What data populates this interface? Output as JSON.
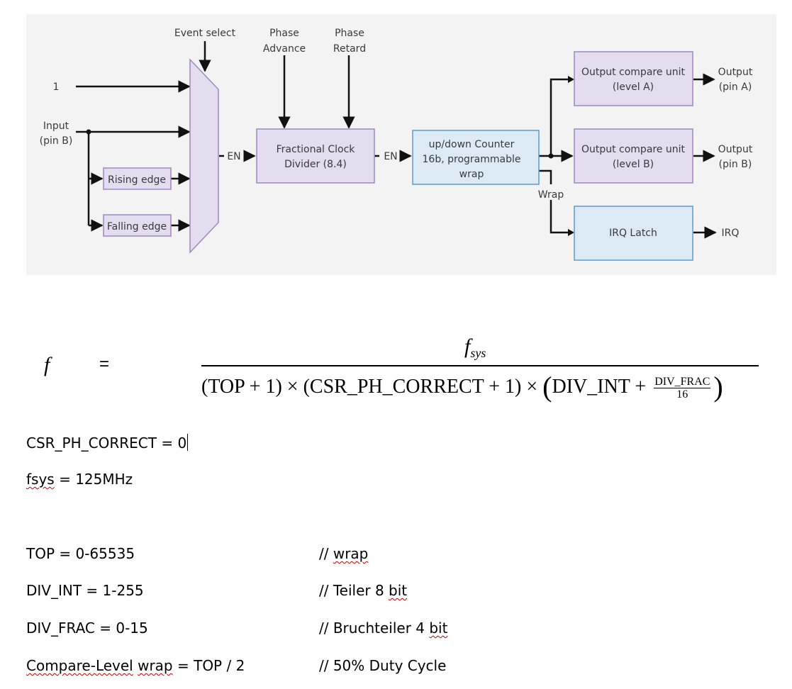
{
  "diagram": {
    "labels": {
      "event_select": "Event select",
      "phase_advance_1": "Phase",
      "phase_advance_2": "Advance",
      "phase_retard_1": "Phase",
      "phase_retard_2": "Retard",
      "one": "1",
      "input_1": "Input",
      "input_2": "(pin B)",
      "rising_edge": "Rising edge",
      "falling_edge": "Falling edge",
      "en_1": "EN",
      "en_2": "EN",
      "divider_1": "Fractional Clock",
      "divider_2": "Divider (8.4)",
      "counter_1": "up/down Counter",
      "counter_2": "16b, programmable",
      "counter_3": "wrap",
      "wrap": "Wrap",
      "ocu_a_1": "Output compare unit",
      "ocu_a_2": "(level A)",
      "ocu_b_1": "Output compare unit",
      "ocu_b_2": "(level B)",
      "irq_latch": "IRQ Latch",
      "out_a_1": "Output",
      "out_a_2": "(pin A)",
      "out_b_1": "Output",
      "out_b_2": "(pin B)",
      "irq": "IRQ"
    },
    "colors": {
      "purple_fill": "#e4dcef",
      "purple_stroke": "#9e88c2",
      "blue_fill": "#dceaf5",
      "blue_stroke": "#5a9ccb",
      "background": "#f3f3f3"
    }
  },
  "formula": {
    "lhs": "f",
    "eq": "=",
    "num_f": "f",
    "num_sub": "sys",
    "den_a": "(TOP + 1) × (CSR_PH_CORRECT + 1) × ",
    "den_paren_open": "(",
    "den_b": "DIV_INT + ",
    "mini_top": "DIV_FRAC",
    "mini_bot": "16",
    "den_paren_close": ")"
  },
  "text": {
    "csr": "CSR_PH_CORRECT = 0",
    "fsys_word": "fsys",
    "fsys_rest": " = 125MHz",
    "top": "TOP = 0-65535",
    "top_comment_a": "// ",
    "top_comment_b": "wrap",
    "divint": "DIV_INT = 1-255",
    "divint_comment_a": "// Teiler 8 ",
    "divint_comment_b": "bit",
    "divfrac": "DIV_FRAC = 0-15",
    "divfrac_comment_a": "// Bruchteiler 4 ",
    "divfrac_comment_b": "bit",
    "cmp_a": "Compare-Level",
    "cmp_b": " ",
    "cmp_c": "wrap",
    "cmp_d": " = TOP / 2",
    "cmp_comment": "// 50% Duty Cycle"
  }
}
